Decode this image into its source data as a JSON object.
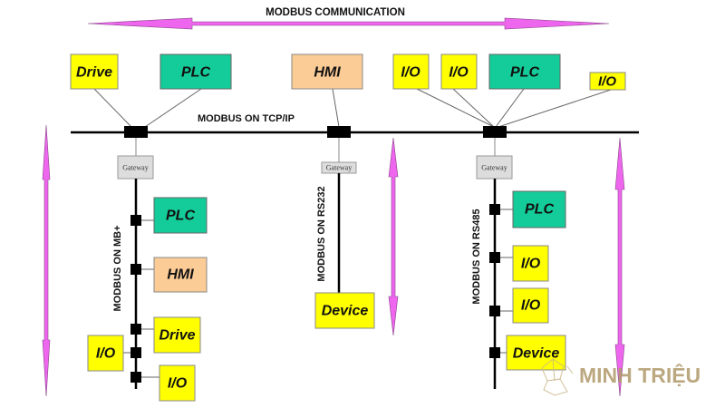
{
  "title": "MODBUS COMMUNICATION",
  "colors": {
    "arrow": "#ee66ee",
    "yellow": "#ffff00",
    "green": "#14cc99",
    "orange": "#fccc96",
    "gateway": "#dddddd",
    "watermark": "#b09a6a"
  },
  "main_bus": {
    "label": "MODBUS ON TCP/IP",
    "devices": [
      {
        "label": "Drive",
        "type": "yellow"
      },
      {
        "label": "PLC",
        "type": "green"
      },
      {
        "label": "HMI",
        "type": "orange"
      },
      {
        "label": "I/O",
        "type": "yellow"
      },
      {
        "label": "I/O",
        "type": "yellow"
      },
      {
        "label": "PLC",
        "type": "green"
      },
      {
        "label": "I/O",
        "type": "yellow"
      }
    ]
  },
  "sub_networks": [
    {
      "label": "MODBUS ON MB+",
      "gateway": "Gateway",
      "devices": [
        {
          "label": "PLC",
          "type": "green"
        },
        {
          "label": "HMI",
          "type": "orange"
        },
        {
          "label": "Drive",
          "type": "yellow"
        },
        {
          "label": "I/O",
          "type": "yellow"
        },
        {
          "label": "I/O",
          "type": "yellow"
        }
      ]
    },
    {
      "label": "MODBUS ON RS232",
      "gateway": "Gateway",
      "devices": [
        {
          "label": "Device",
          "type": "yellow"
        }
      ]
    },
    {
      "label": "MODBUS ON RS485",
      "gateway": "Gateway",
      "devices": [
        {
          "label": "PLC",
          "type": "green"
        },
        {
          "label": "I/O",
          "type": "yellow"
        },
        {
          "label": "I/O",
          "type": "yellow"
        },
        {
          "label": "Device",
          "type": "yellow"
        }
      ]
    }
  ],
  "watermark": {
    "text": "MINH TRIỆU",
    "icon": "crystal-logo-icon"
  }
}
